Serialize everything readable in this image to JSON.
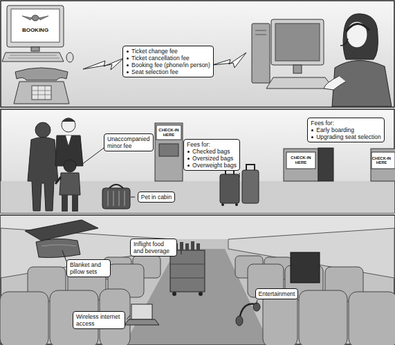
{
  "diagram": {
    "nodes": [
      {
        "text": [
          "Ticket change fee",
          "Ticket cancellation fee",
          "Booking fee (phone/in person)",
          "Seat selection fee"
        ]
      },
      {
        "text": [
          "Unaccompanied minor fee"
        ]
      },
      {
        "text": [
          "Pet in cabin"
        ]
      },
      {
        "text": [
          "Fees for:",
          "Checked bags",
          "Oversized bags",
          "Overweight bags"
        ]
      },
      {
        "text": [
          "Fees for:",
          "Early boarding",
          "Upgrading seat selection"
        ]
      },
      {
        "text": [
          "Blanket and pillow sets"
        ]
      },
      {
        "text": [
          "Inflight food and beverage"
        ]
      },
      {
        "text": [
          "Entertainment"
        ]
      },
      {
        "text": [
          "Wireless internet access"
        ]
      }
    ],
    "labels": [
      "BOOKING",
      "CHECK-IN HERE",
      "CHECK-IN HERE",
      "CHECK-IN HERE"
    ]
  }
}
